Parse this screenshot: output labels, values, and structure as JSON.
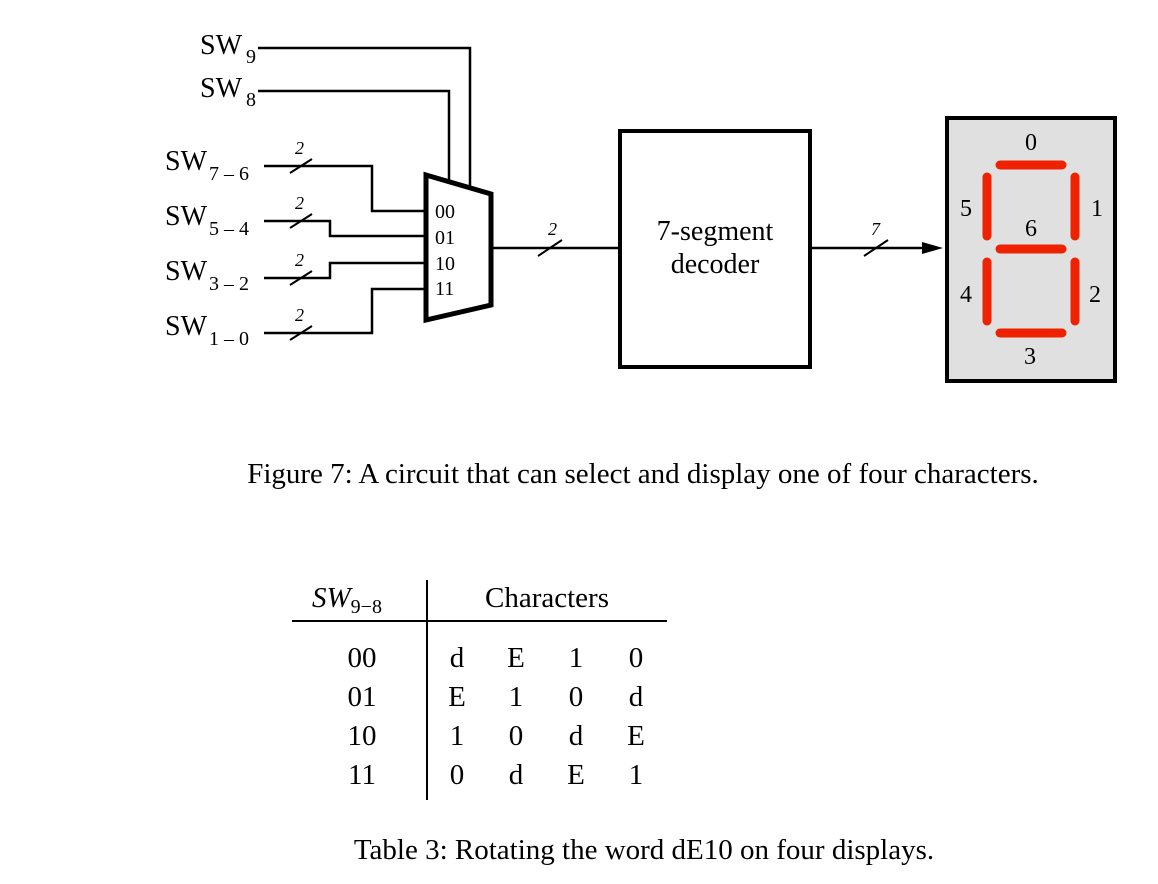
{
  "switches": [
    {
      "base": "SW",
      "sub": "9",
      "id": "sw9"
    },
    {
      "base": "SW",
      "sub": "8",
      "id": "sw8"
    },
    {
      "base": "SW",
      "sub": "7 – 6",
      "id": "sw7-6"
    },
    {
      "base": "SW",
      "sub": "5 – 4",
      "id": "sw5-4"
    },
    {
      "base": "SW",
      "sub": "3 – 2",
      "id": "sw3-2"
    },
    {
      "base": "SW",
      "sub": "1 – 0",
      "id": "sw1-0"
    }
  ],
  "bus_width_inputs": "2",
  "bus_width_mux_out": "2",
  "bus_width_decoder_out": "7",
  "mux_inputs": [
    "00",
    "01",
    "10",
    "11"
  ],
  "decoder": {
    "line1": "7-segment",
    "line2": "decoder"
  },
  "segments": [
    "0",
    "1",
    "2",
    "3",
    "4",
    "5",
    "6"
  ],
  "colors": {
    "segment": "#ee2200",
    "display_bg": "#e0e0e0"
  },
  "figure_caption": "Figure 7: A circuit that can select and display one of four characters.",
  "table": {
    "header_select": "SW",
    "header_select_sub": "9−8",
    "header_chars": "Characters",
    "rows": [
      {
        "sel": "00",
        "chars": [
          "d",
          "E",
          "1",
          "0"
        ]
      },
      {
        "sel": "01",
        "chars": [
          "E",
          "1",
          "0",
          "d"
        ]
      },
      {
        "sel": "10",
        "chars": [
          "1",
          "0",
          "d",
          "E"
        ]
      },
      {
        "sel": "11",
        "chars": [
          "0",
          "d",
          "E",
          "1"
        ]
      }
    ]
  },
  "table_caption": "Table 3: Rotating the word dE10 on four displays."
}
